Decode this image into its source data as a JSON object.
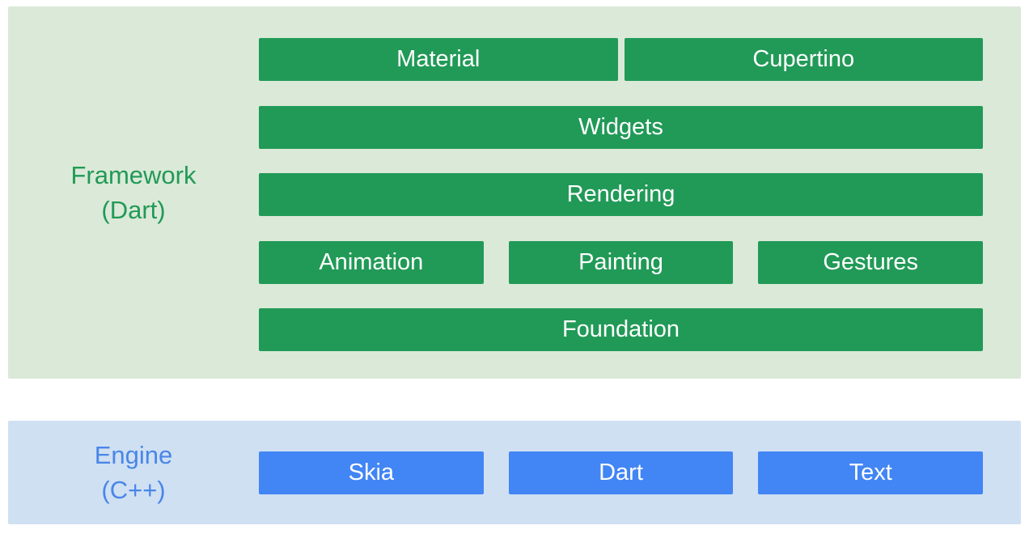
{
  "colors": {
    "framework-panel": "#dbe9d8",
    "framework-bar": "#219a57",
    "framework-label": "#219a57",
    "engine-panel": "#cfe0f3",
    "engine-bar": "#4285f4",
    "engine-label": "#4a86e8",
    "bar-text": "#ffffff"
  },
  "framework": {
    "label": [
      "Framework",
      "(Dart)"
    ],
    "rows": [
      [
        "Material",
        "Cupertino"
      ],
      [
        "Widgets"
      ],
      [
        "Rendering"
      ],
      [
        "Animation",
        "Painting",
        "Gestures"
      ],
      [
        "Foundation"
      ]
    ]
  },
  "engine": {
    "label": [
      "Engine",
      "(C++)"
    ],
    "bars": [
      "Skia",
      "Dart",
      "Text"
    ]
  }
}
